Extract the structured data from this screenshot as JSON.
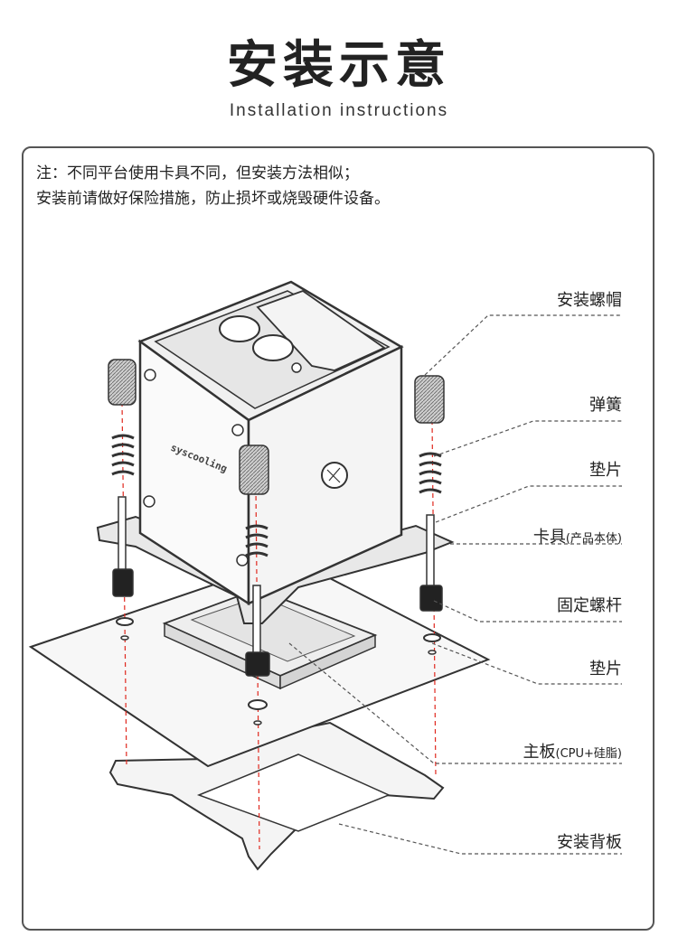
{
  "header": {
    "title": "安装示意",
    "subtitle": "Installation instructions"
  },
  "notes": {
    "line1": "注：不同平台使用卡具不同，但安装方法相似；",
    "line2": "安装前请做好保险措施，防止损坏或烧毁硬件设备。"
  },
  "labels": {
    "cap_nut": "安装螺帽",
    "spring": "弹簧",
    "washer_top": "垫片",
    "bracket_main": "卡具",
    "bracket_sub": "(产品本体)",
    "fixing_screw": "固定螺杆",
    "washer_bottom": "垫片",
    "motherboard_main": "主板",
    "motherboard_sub": "(CPU+硅脂)",
    "backplate": "安装背板"
  },
  "block_brand": "syscooling",
  "colors": {
    "guide_line": "#e0281e",
    "outline": "#333333",
    "leader": "#555555"
  }
}
